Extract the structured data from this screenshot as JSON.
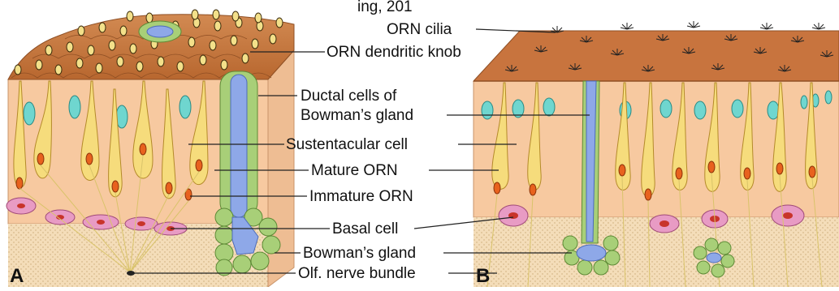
{
  "caption_fragment": "ing, 201",
  "panels": {
    "A": {
      "letter": "A",
      "labels": {
        "dendritic_knob": "ORN dendritic knob",
        "ductal_cells_line1": "Ductal cells of",
        "ductal_cells_line2": "Bowman’s gland",
        "sustentacular": "Sustentacular cell",
        "mature_orn": "Mature ORN",
        "immature_orn": "Immature ORN",
        "basal_cell": "Basal cell",
        "bowmans_gland": "Bowman’s gland",
        "nerve_bundle": "Olf. nerve bundle"
      }
    },
    "B": {
      "letter": "B",
      "labels": {
        "cilia": "ORN cilia"
      }
    }
  },
  "colors": {
    "epithelium": "#f7c9a0",
    "surface": "#c8743e",
    "lamina": "#f3dcb8",
    "sustentacular_nucleus": "#6fd6cf",
    "orn_body": "#f6dc7c",
    "orn_nucleus": "#e8621e",
    "basal_cell": "#e89bc4",
    "gland": "#a8cf78",
    "duct_lumen": "#8ea8e8"
  }
}
